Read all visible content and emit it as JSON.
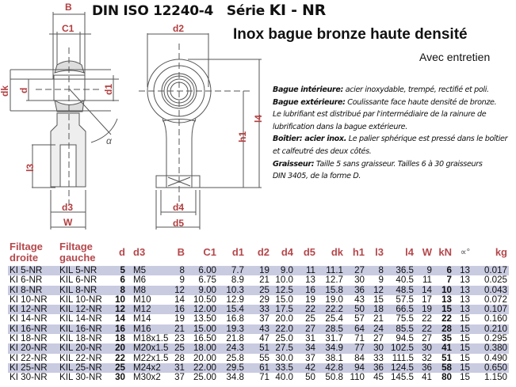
{
  "header": {
    "standard": "DIN ISO 12240-4",
    "series_label": "Série",
    "series_code": "KI - NR",
    "subtitle": "Inox bague bronze haute densité",
    "maintenance": "Avec entretien"
  },
  "description": [
    {
      "bold": "Bague intérieure:",
      "text": " acier inoxydable, trempé, rectifié et poli."
    },
    {
      "bold": "Bague extérieure:",
      "text": " Coulissante face haute densité de bronze."
    },
    {
      "bold": "",
      "text": "Le lubrifiant est distribué par l'intermédiaire de la rainure de"
    },
    {
      "bold": "",
      "text": "lubrification dans la bague extérieure."
    },
    {
      "bold": "Boîtier: acier inox.",
      "text": " Le palier sphérique est pressé dans le boîtier"
    },
    {
      "bold": "",
      "text": "et calfeutré des deux côtés."
    },
    {
      "bold": "Graisseur:",
      "text": " Taille 5 sans graisseur. Tailles 6 à 30 graisseurs"
    },
    {
      "bold": "",
      "text": "DIN 3405, de la forme D."
    }
  ],
  "drawing_labels": {
    "B": "B",
    "C1": "C1",
    "dk": "dk",
    "d": "d",
    "d1": "d1",
    "l3": "l3",
    "d3": "d3",
    "W": "W",
    "alpha": "α",
    "d2": "d2",
    "h1": "h1",
    "l4": "l4",
    "d4": "d4",
    "d5": "d5"
  },
  "table": {
    "headers": [
      "Filtage droite",
      "Filtage gauche",
      "d",
      "d3",
      "B",
      "C1",
      "d1",
      "d2",
      "d4",
      "d5",
      "dk",
      "h1",
      "l3",
      "l4",
      "W",
      "kN",
      "∝°",
      "kg"
    ],
    "rows": [
      [
        "KI 5-NR",
        "KIL 5-NR",
        "5",
        "M5",
        "8",
        "6.00",
        "7.7",
        "19",
        "9.0",
        "11",
        "11.1",
        "27",
        "8",
        "36.5",
        "9",
        "6",
        "13",
        "0.017"
      ],
      [
        "KI 6-NR",
        "KIL 6-NR",
        "6",
        "M6",
        "9",
        "6.75",
        "8.9",
        "21",
        "10.0",
        "13",
        "12.7",
        "30",
        "9",
        "40.5",
        "11",
        "7",
        "13",
        "0.025"
      ],
      [
        "KI 8-NR",
        "KIL 8-NR",
        "8",
        "M8",
        "12",
        "9.00",
        "10.3",
        "25",
        "12.5",
        "16",
        "15.8",
        "36",
        "12",
        "48.5",
        "14",
        "10",
        "13",
        "0.043"
      ],
      [
        "KI 10-NR",
        "KIL 10-NR",
        "10",
        "M10",
        "14",
        "10.50",
        "12.9",
        "29",
        "15.0",
        "19",
        "19.0",
        "43",
        "15",
        "57.5",
        "17",
        "13",
        "13",
        "0.072"
      ],
      [
        "KI 12-NR",
        "KIL 12-NR",
        "12",
        "M12",
        "16",
        "12.00",
        "15.4",
        "33",
        "17.5",
        "22",
        "22.2",
        "50",
        "18",
        "66.5",
        "19",
        "15",
        "13",
        "0.107"
      ],
      [
        "KI 14-NR",
        "KIL 14-NR",
        "14",
        "M14",
        "19",
        "13.50",
        "16.8",
        "37",
        "20.0",
        "25",
        "25.4",
        "57",
        "21",
        "75.5",
        "22",
        "22",
        "15",
        "0.160"
      ],
      [
        "KI 16-NR",
        "KIL 16-NR",
        "16",
        "M16",
        "21",
        "15.00",
        "19.3",
        "43",
        "22.0",
        "27",
        "28.5",
        "64",
        "24",
        "85.5",
        "22",
        "28",
        "15",
        "0.210"
      ],
      [
        "KI 18-NR",
        "KIL 18-NR",
        "18",
        "M18x1.5",
        "23",
        "16.50",
        "21.8",
        "47",
        "25.0",
        "31",
        "31.7",
        "71",
        "27",
        "94.5",
        "27",
        "35",
        "15",
        "0.295"
      ],
      [
        "KI 20-NR",
        "KIL 20-NR",
        "20",
        "M20x1.5",
        "25",
        "18.00",
        "24.3",
        "51",
        "27.5",
        "34",
        "34.9",
        "77",
        "30",
        "102.5",
        "30",
        "41",
        "15",
        "0.380"
      ],
      [
        "KI 22-NR",
        "KIL 22-NR",
        "22",
        "M22x1.5",
        "28",
        "20.00",
        "25.8",
        "55",
        "30.0",
        "37",
        "38.1",
        "84",
        "33",
        "111.5",
        "32",
        "51",
        "15",
        "0.490"
      ],
      [
        "KI 25-NR",
        "KIL 25-NR",
        "25",
        "M24x2",
        "31",
        "22.00",
        "29.5",
        "61",
        "33.5",
        "42",
        "42.8",
        "94",
        "36",
        "124.5",
        "36",
        "58",
        "15",
        "0.650"
      ],
      [
        "KI 30-NR",
        "KIL 30-NR",
        "30",
        "M30x2",
        "37",
        "25.00",
        "34.8",
        "71",
        "40.0",
        "50",
        "50.8",
        "110",
        "45",
        "145.5",
        "41",
        "80",
        "15",
        "1.150"
      ]
    ]
  },
  "colors": {
    "header_text": "#b5484c",
    "row_stripe": "#c9cbe1",
    "label": "#b23d3f"
  }
}
